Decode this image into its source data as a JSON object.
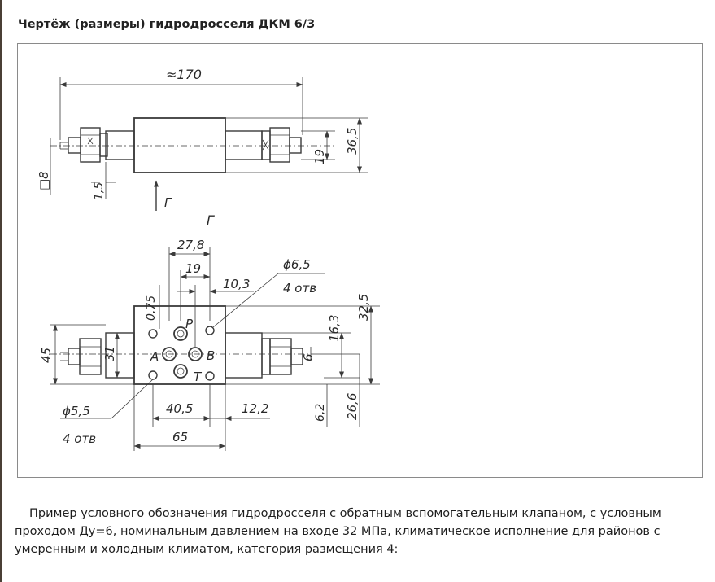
{
  "page": {
    "heading": "Чертёж (размеры) гидродросселя ДКМ 6/3",
    "caption": "Пример условного обозначения гидродросселя с обратным вспомогательным клапаном, с условным проходом Ду=6, номинальным давлением на входе 32 МПа, климатическое исполнение для районов с умеренным и холодным климатом, категория размещения 4:"
  },
  "drawing": {
    "side_view": {
      "overall_length": "≈170",
      "height_outer": "36,5",
      "height_inner": "19",
      "square_size": "□8",
      "offset": "1,5",
      "view_arrow": "Г"
    },
    "top_view": {
      "view_label": "Г",
      "dim_27_8": "27,8",
      "dim_19": "19",
      "dim_10_3": "10,3",
      "hole_large": "ϕ6,5",
      "hole_large_count": "4 отв",
      "dim_0_75": "0,75",
      "dim_45": "45",
      "dim_31": "31",
      "dim_32_5": "32,5",
      "dim_16_3": "16,3",
      "dim_6": "6",
      "dim_6_2": "6,2",
      "dim_26_6": "26,6",
      "hole_small": "ϕ5,5",
      "hole_small_count": "4 отв",
      "dim_40_5": "40,5",
      "dim_12_2": "12,2",
      "dim_65": "65",
      "port_p": "P",
      "port_a": "A",
      "port_b": "B",
      "port_t": "T"
    }
  }
}
